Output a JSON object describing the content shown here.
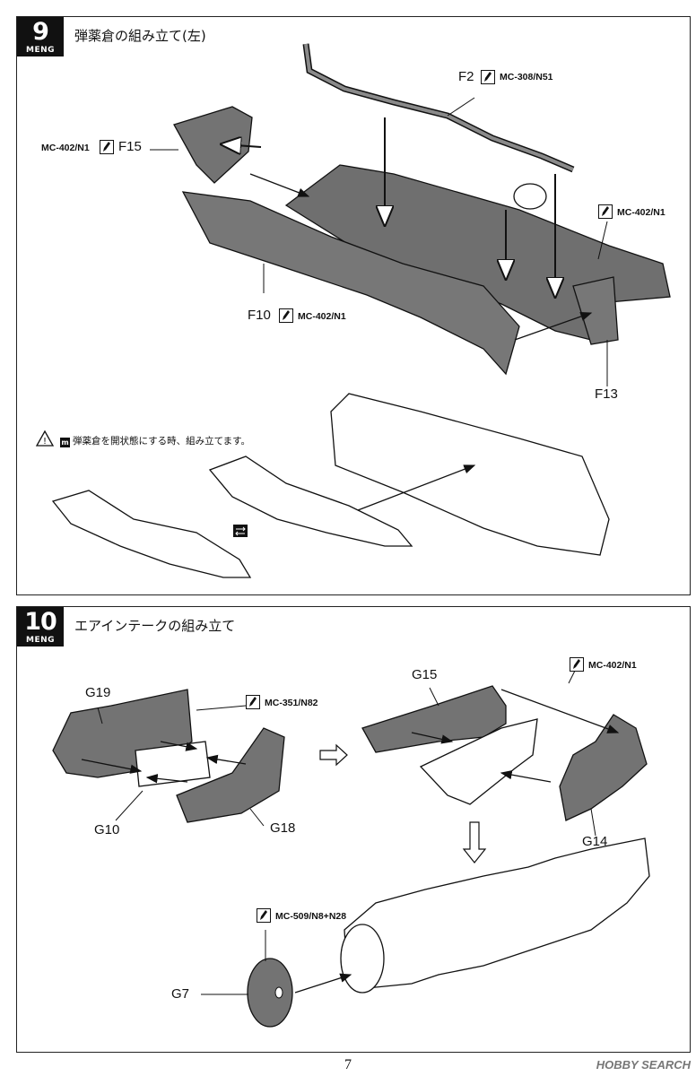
{
  "steps": [
    {
      "number": "9",
      "brand": "MENG",
      "title": "弾薬倉の組み立て(左)",
      "parts": [
        "F2",
        "F15",
        "F10",
        "F13"
      ],
      "paints": [
        "MC-308/N51",
        "MC-402/N1",
        "MC-402/N1",
        "MC-402/N1"
      ],
      "note": "弾薬倉を開状態にする時、組み立てます。",
      "note_marker": "m"
    },
    {
      "number": "10",
      "brand": "MENG",
      "title": "エアインテークの組み立て",
      "parts": [
        "G19",
        "G10",
        "G18",
        "G15",
        "G14",
        "G7"
      ],
      "paints": [
        "MC-351/N82",
        "MC-402/N1",
        "MC-509/N8+N28"
      ]
    }
  ],
  "page_number": "7",
  "watermark": "HOBBY SEARCH",
  "colors": {
    "part_fill": "#737373",
    "line": "#111111",
    "badge": "#111111"
  }
}
